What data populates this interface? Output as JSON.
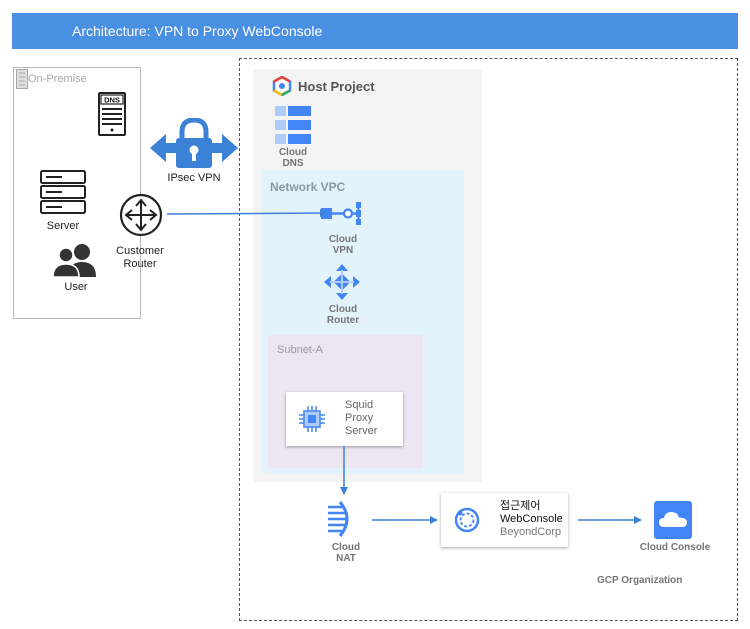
{
  "title": "Architecture: VPN to Proxy WebConsole",
  "onprem": {
    "label": "On-Premise",
    "dns_badge": "DNS",
    "server_label": "Server",
    "user_label": "User",
    "router_label_1": "Customer",
    "router_label_2": "Router"
  },
  "vpn_label": "IPsec VPN",
  "host_project": {
    "title": "Host Project",
    "cloud_dns_1": "Cloud",
    "cloud_dns_2": "DNS"
  },
  "network_vpc": {
    "title": "Network VPC",
    "cloud_vpn_1": "Cloud",
    "cloud_vpn_2": "VPN",
    "cloud_router_1": "Cloud",
    "cloud_router_2": "Router"
  },
  "subnet": {
    "title": "Subnet-A",
    "proxy_1": "Squid",
    "proxy_2": "Proxy",
    "proxy_3": "Server"
  },
  "cloud_nat_1": "Cloud",
  "cloud_nat_2": "NAT",
  "access_control": {
    "line_1": "접근제어",
    "line_2": "WebConsole",
    "line_3": "BeyondCorp"
  },
  "cloud_console": "Cloud Console",
  "gcp_org": "GCP Organization",
  "colors": {
    "title_bar": "#4a90e2",
    "gcp_blue": "#4285f4",
    "arrow": "#3b82d6"
  }
}
